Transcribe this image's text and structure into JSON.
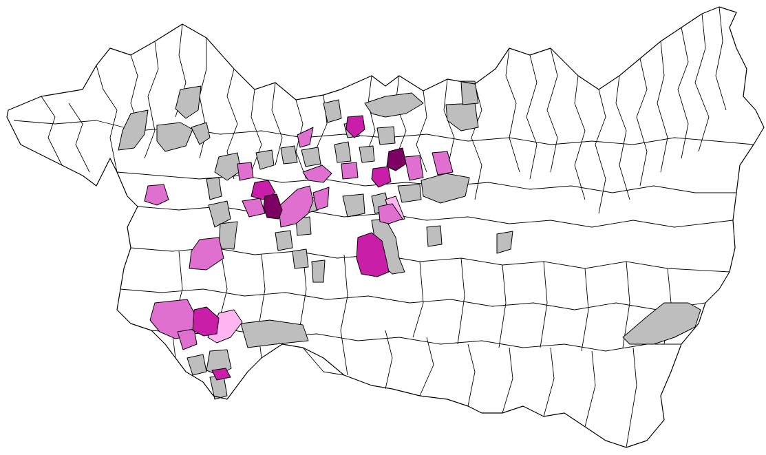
{
  "map": {
    "title": "",
    "palette": {
      "background": "#ffffff",
      "no_data": "#ffffff",
      "gray": "#bebebe",
      "light_pink": "#ffb6f0",
      "medium_pink": "#e070d0",
      "magenta": "#c81ea8",
      "dark_purple": "#7d0063",
      "stroke": "#000000"
    },
    "region_fill_classes": [
      "gray",
      "light_pink",
      "medium_pink",
      "magenta",
      "dark_purple"
    ]
  }
}
